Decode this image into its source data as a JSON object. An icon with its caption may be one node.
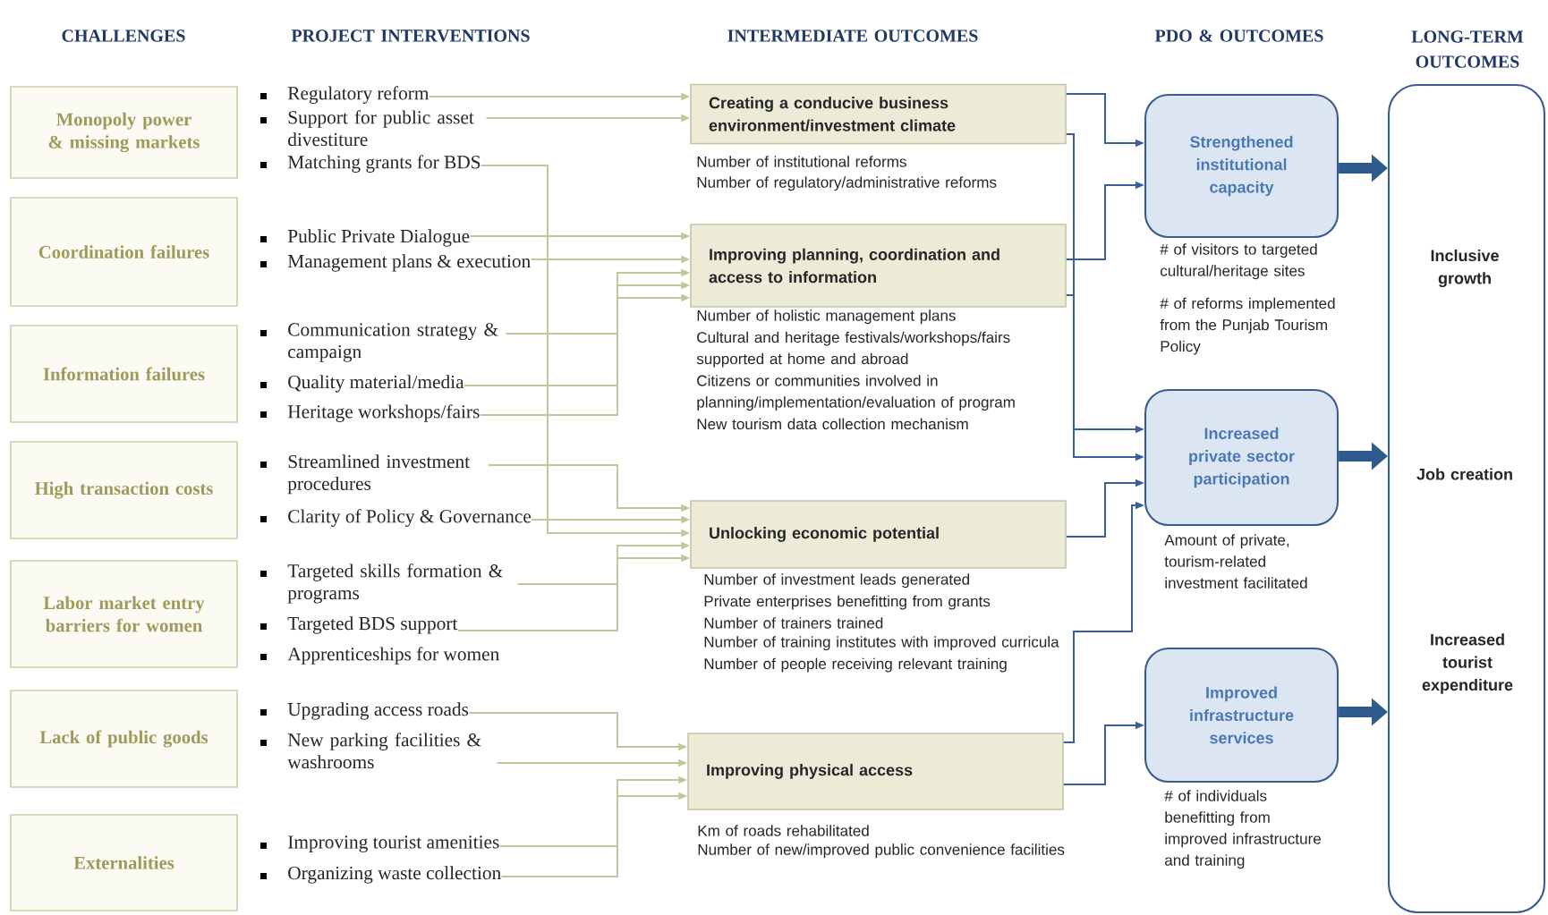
{
  "diagram": {
    "nodes": [
      {
        "text": [
          "Monopoly power & missing markets"
        ]
      },
      {
        "text": [
          "Coordination failures"
        ]
      },
      {
        "text": [
          "Information failures"
        ]
      },
      {
        "text": [
          "High transaction costs"
        ]
      },
      {
        "text": [
          "Labor market entry barriers for women"
        ]
      },
      {
        "text": [
          "Lack of public goods"
        ]
      },
      {
        "text": [
          "Externalities"
        ]
      },
      {
        "text": [
          "Regulatory reform"
        ]
      },
      {
        "text": [
          "Support for public asset divestiture"
        ]
      },
      {
        "text": [
          "Matching grants for BDS"
        ]
      },
      {
        "text": [
          "Public Private Dialogue"
        ]
      },
      {
        "text": [
          "Management plans & execution"
        ]
      },
      {
        "text": [
          "Communication strategy & campaign"
        ]
      },
      {
        "text": [
          "Quality material/media"
        ]
      },
      {
        "text": [
          "Heritage workshops/fairs"
        ]
      },
      {
        "text": [
          "Streamlined investment procedures"
        ]
      },
      {
        "text": [
          "Clarity of Policy & Governance"
        ]
      },
      {
        "text": [
          "Targeted skills formation & programs"
        ]
      },
      {
        "text": [
          "Targeted BDS support"
        ]
      },
      {
        "text": [
          "Apprenticeships for women"
        ]
      },
      {
        "text": [
          "Upgrading access roads"
        ]
      },
      {
        "text": [
          "New parking facilities & washrooms"
        ]
      },
      {
        "text": [
          "Improving tourist amenities"
        ]
      },
      {
        "text": [
          "Organizing waste collection"
        ]
      },
      {
        "text": [
          "Creating a conducive business environment/investment climate"
        ],
        "beside": [
          "Number of institutional reforms",
          "Number of regulatory/administrative reforms"
        ]
      },
      {
        "text": [
          "Improving planning, coordination and access to information"
        ],
        "beside": [
          "Number of holistic management plans",
          "Cultural and heritage festivals/workshops/fairs supported at home and abroad",
          "Citizens or communities involved in planning/implementation/evaluation of program",
          "New tourism data collection mechanism"
        ]
      },
      {
        "text": [
          "Unlocking economic potential"
        ],
        "beside": [
          "Number of investment leads generated",
          "Private enterprises benefitting from grants",
          "Number of trainers trained",
          "Number of training institutes with improved curricula",
          "Number of people receiving relevant training"
        ]
      },
      {
        "text": [
          "Improving physical access"
        ],
        "beside": [
          "Km of roads rehabilitated",
          "Number of new/improved public convenience facilities"
        ]
      },
      {
        "text": [
          "Strengthened institutional capacity"
        ],
        "beside": [
          "# of visitors to targeted cultural/heritage sites",
          "# of reforms implemented from the Punjab Tourism Policy"
        ]
      },
      {
        "text": [
          "Increased private sector participation"
        ],
        "beside": [
          "Amount of private, tourism-related investment facilitated"
        ]
      },
      {
        "text": [
          "Improved infrastructure services"
        ],
        "beside": [
          "# of individuals benefitting from improved infrastructure and training"
        ]
      },
      {
        "text": [
          "Inclusive growth",
          "Job creation",
          "Increased tourist expenditure"
        ]
      }
    ],
    "edges": [
      {
        "from": 7,
        "to": 24,
        "arrow": "to"
      },
      {
        "from": 8,
        "to": 24,
        "arrow": "to"
      },
      {
        "from": 9,
        "to": 26,
        "arrow": "to"
      },
      {
        "from": 10,
        "to": 25,
        "arrow": "to"
      },
      {
        "from": 11,
        "to": 25,
        "arrow": "to"
      },
      {
        "from": 12,
        "to": 25,
        "arrow": "to"
      },
      {
        "from": 13,
        "to": 25,
        "arrow": "to"
      },
      {
        "from": 14,
        "to": 25,
        "arrow": "to"
      },
      {
        "from": 15,
        "to": 26,
        "arrow": "to"
      },
      {
        "from": 16,
        "to": 26,
        "arrow": "to"
      },
      {
        "from": 17,
        "to": 26,
        "arrow": "to"
      },
      {
        "from": 18,
        "to": 26,
        "arrow": "to"
      },
      {
        "from": 20,
        "to": 27,
        "arrow": "to"
      },
      {
        "from": 21,
        "to": 27,
        "arrow": "to"
      },
      {
        "from": 22,
        "to": 27,
        "arrow": "to"
      },
      {
        "from": 23,
        "to": 27,
        "arrow": "to"
      },
      {
        "from": 24,
        "to": 28,
        "arrow": "to",
        "color": "#3a5f98"
      },
      {
        "from": 25,
        "to": 28,
        "arrow": "to",
        "color": "#3a5f98"
      },
      {
        "from": 24,
        "to": 29,
        "arrow": "to",
        "color": "#3a5f98"
      },
      {
        "from": 25,
        "to": 29,
        "arrow": "to",
        "color": "#3a5f98"
      },
      {
        "from": 26,
        "to": 29,
        "arrow": "to",
        "color": "#3a5f98"
      },
      {
        "from": 27,
        "to": 29,
        "arrow": "to",
        "color": "#3a5f98"
      },
      {
        "from": 27,
        "to": 30,
        "arrow": "to",
        "color": "#3a5f98"
      },
      {
        "from": 28,
        "to": 31,
        "arrow": "to",
        "style": "thick",
        "color": "#2e5a8e"
      },
      {
        "from": 29,
        "to": 31,
        "arrow": "to",
        "style": "thick",
        "color": "#2e5a8e"
      },
      {
        "from": 30,
        "to": 31,
        "arrow": "to",
        "style": "thick",
        "color": "#2e5a8e"
      }
    ],
    "labels": [
      "CHALLENGES",
      "PROJECT INTERVENTIONS",
      "INTERMEDIATE OUTCOMES",
      "PDO & OUTCOMES",
      "LONG-TERM OUTCOMES"
    ]
  }
}
